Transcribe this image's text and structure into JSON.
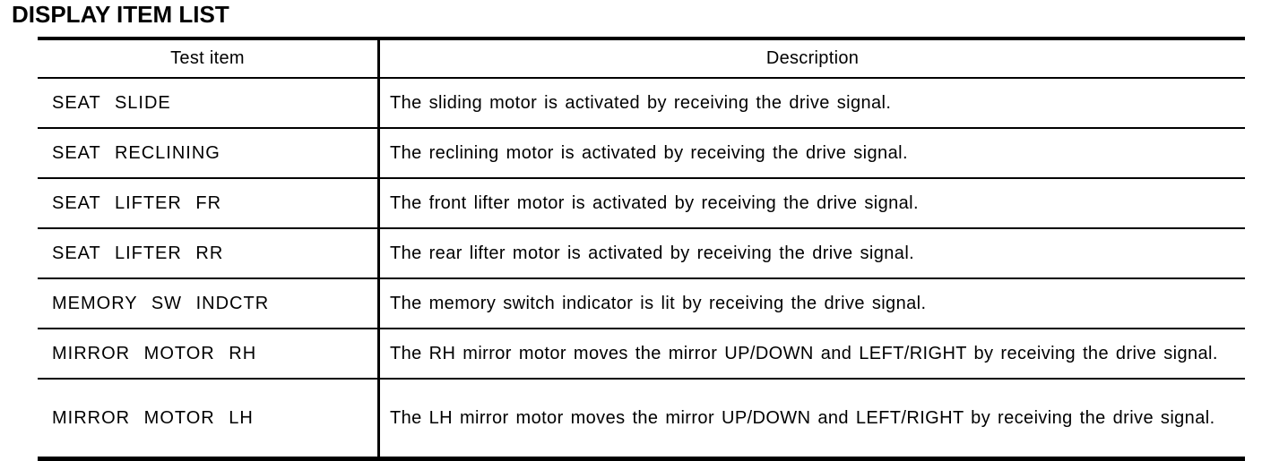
{
  "page_title": "DISPLAY ITEM LIST",
  "table": {
    "columns": [
      "Test item",
      "Description"
    ],
    "rows": [
      {
        "test_item": "SEAT SLIDE",
        "description": "The sliding motor is activated by receiving the drive signal."
      },
      {
        "test_item": "SEAT RECLINING",
        "description": "The reclining motor is activated by receiving the drive signal."
      },
      {
        "test_item": "SEAT LIFTER FR",
        "description": "The front lifter motor is activated by receiving the drive signal."
      },
      {
        "test_item": "SEAT LIFTER RR",
        "description": "The rear lifter motor is activated by receiving the drive signal."
      },
      {
        "test_item": "MEMORY SW INDCTR",
        "description": "The memory switch indicator is lit by receiving the drive signal."
      },
      {
        "test_item": "MIRROR MOTOR RH",
        "description": "The RH mirror motor moves the mirror UP/DOWN and LEFT/RIGHT by receiving the drive signal."
      },
      {
        "test_item": "MIRROR MOTOR LH",
        "description": "The LH mirror motor moves the mirror UP/DOWN and LEFT/RIGHT by receiving the drive signal."
      }
    ]
  },
  "colors": {
    "text": "#000000",
    "border": "#000000",
    "background": "#ffffff"
  }
}
